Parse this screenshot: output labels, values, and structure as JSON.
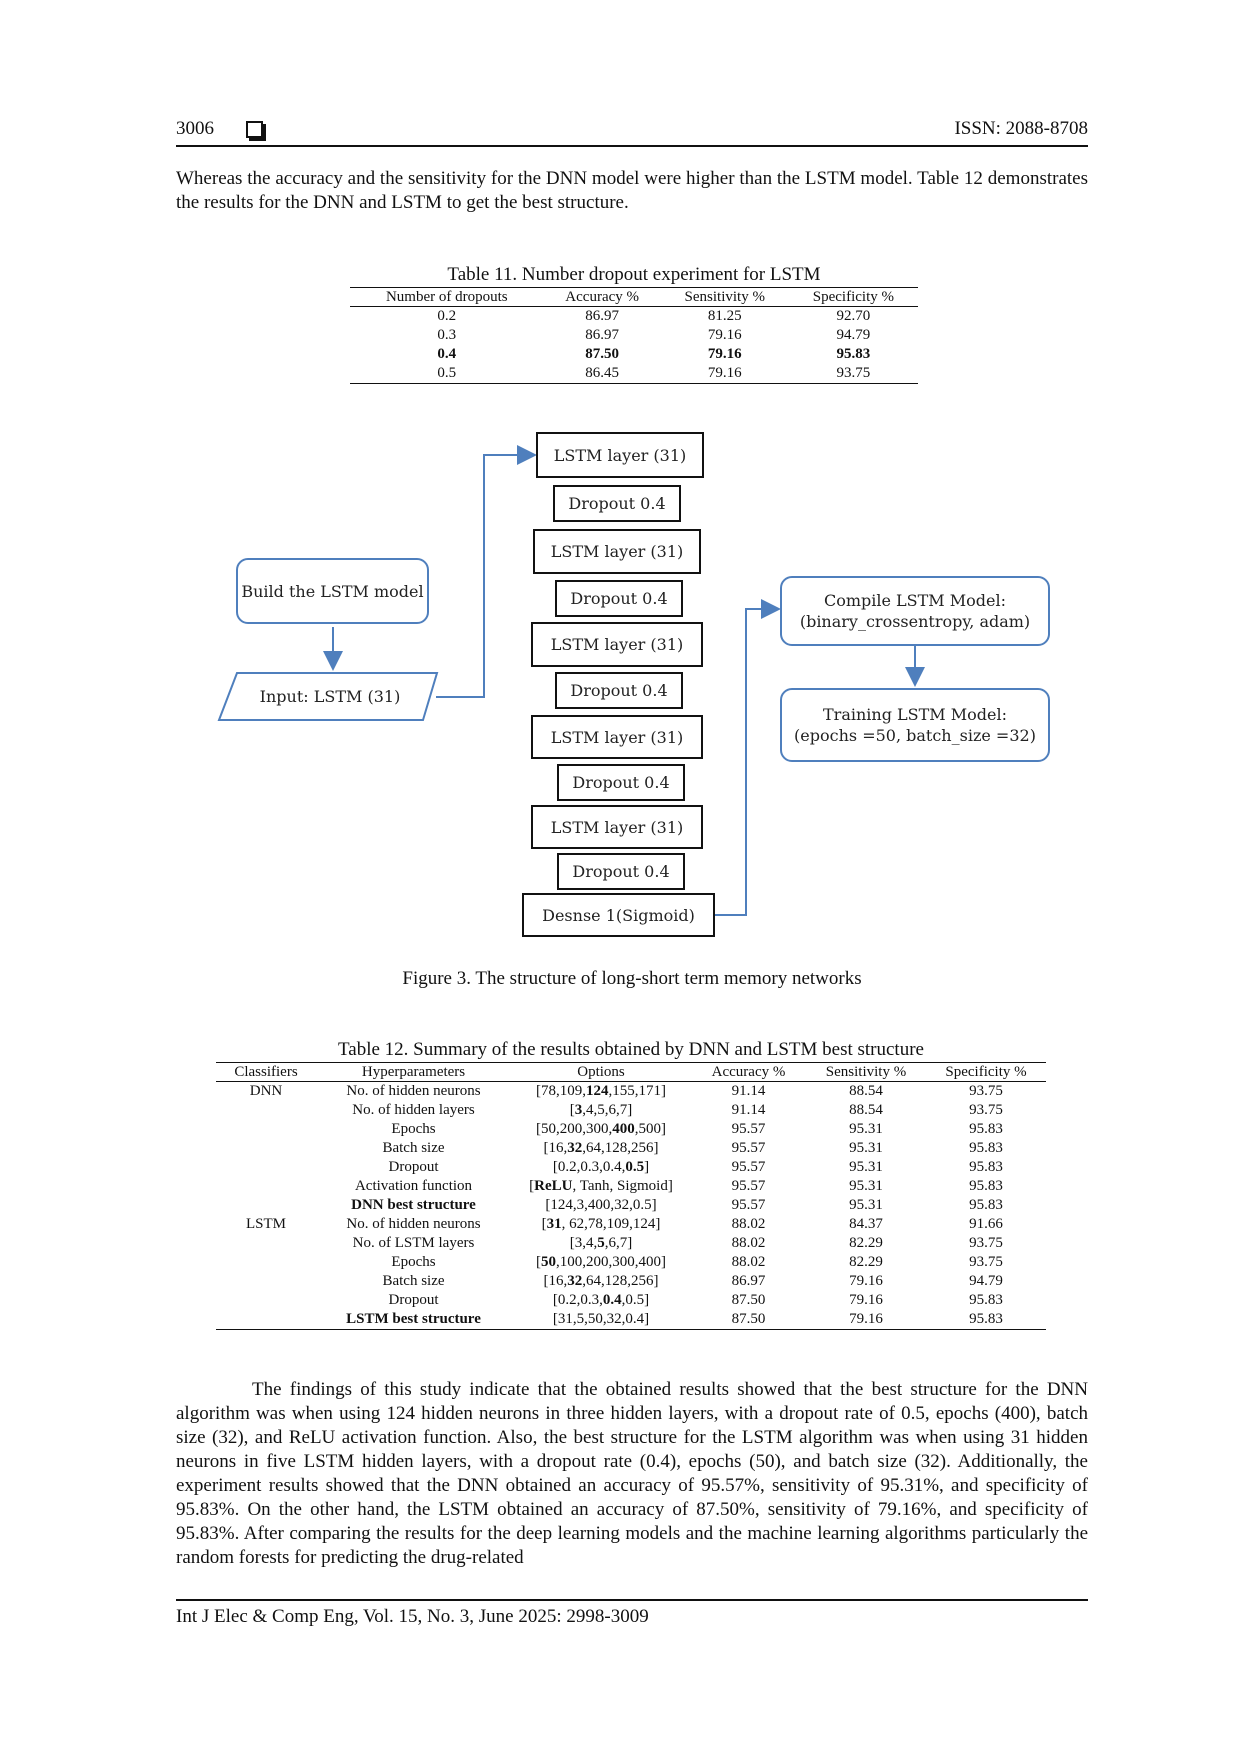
{
  "header": {
    "page_number": "3006",
    "issn": "ISSN: 2088-8708"
  },
  "intro_paragraph": "Whereas the accuracy and the sensitivity for the DNN model were higher than the LSTM model. Table 12 demonstrates the results for the DNN and LSTM to get the best structure.",
  "table11": {
    "caption": "Table 11. Number dropout experiment for LSTM",
    "columns": [
      "Number of dropouts",
      "Accuracy %",
      "Sensitivity %",
      "Specificity %"
    ],
    "rows": [
      [
        "0.2",
        "86.97",
        "81.25",
        "92.70"
      ],
      [
        "0.3",
        "86.97",
        "79.16",
        "94.79"
      ],
      [
        "0.4",
        "87.50",
        "79.16",
        "95.83"
      ],
      [
        "0.5",
        "86.45",
        "79.16",
        "93.75"
      ]
    ],
    "bold_row_index": 2
  },
  "figure3": {
    "build_node": "Build the LSTM model",
    "input_node": "Input:  LSTM (31)",
    "stack": [
      "LSTM layer (31)",
      "Dropout 0.4",
      "LSTM layer (31)",
      "Dropout 0.4",
      "LSTM layer (31)",
      "Dropout 0.4",
      "LSTM layer (31)",
      "Dropout 0.4",
      "LSTM layer (31)",
      "Dropout 0.4",
      "Desnse 1(Sigmoid)"
    ],
    "compile_node_line1": "Compile LSTM Model:",
    "compile_node_line2": "(binary_crossentropy, adam)",
    "training_node_line1": "Training LSTM Model:",
    "training_node_line2": "(epochs =50, batch_size =32)",
    "caption": "Figure 3. The structure of long-short term memory networks"
  },
  "table12": {
    "caption": "Table 12. Summary of the results obtained by DNN and LSTM best structure",
    "columns": [
      "Classifiers",
      "Hyperparameters",
      "Options",
      "Accuracy %",
      "Sensitivity %",
      "Specificity %"
    ],
    "rows": [
      {
        "classifier": "DNN",
        "hp": "No. of hidden neurons",
        "opt_pre": "[78,109,",
        "opt_bold": "124",
        "opt_post": ",155,171]",
        "acc": "91.14",
        "sen": "88.54",
        "spe": "93.75",
        "best": false
      },
      {
        "classifier": "",
        "hp": "No. of hidden layers",
        "opt_pre": "[",
        "opt_bold": "3",
        "opt_post": ",4,5,6,7]",
        "acc": "91.14",
        "sen": "88.54",
        "spe": "93.75",
        "best": false
      },
      {
        "classifier": "",
        "hp": "Epochs",
        "opt_pre": "[50,200,300,",
        "opt_bold": "400",
        "opt_post": ",500]",
        "acc": "95.57",
        "sen": "95.31",
        "spe": "95.83",
        "best": false
      },
      {
        "classifier": "",
        "hp": "Batch size",
        "opt_pre": "[16,",
        "opt_bold": "32",
        "opt_post": ",64,128,256]",
        "acc": "95.57",
        "sen": "95.31",
        "spe": "95.83",
        "best": false
      },
      {
        "classifier": "",
        "hp": "Dropout",
        "opt_pre": "[0.2,0.3,0.4,",
        "opt_bold": "0.5",
        "opt_post": "]",
        "acc": "95.57",
        "sen": "95.31",
        "spe": "95.83",
        "best": false
      },
      {
        "classifier": "",
        "hp": "Activation function",
        "opt_pre": "[",
        "opt_bold": "ReLU",
        "opt_post": ", Tanh, Sigmoid]",
        "acc": "95.57",
        "sen": "95.31",
        "spe": "95.83",
        "best": false
      },
      {
        "classifier": "",
        "hp": "DNN best structure",
        "opt_pre": "[124,3,400,32,0.5]",
        "opt_bold": "",
        "opt_post": "",
        "acc": "95.57",
        "sen": "95.31",
        "spe": "95.83",
        "best": true
      },
      {
        "classifier": "LSTM",
        "hp": "No. of hidden neurons",
        "opt_pre": "[",
        "opt_bold": "31",
        "opt_post": ", 62,78,109,124]",
        "acc": "88.02",
        "sen": "84.37",
        "spe": "91.66",
        "best": false
      },
      {
        "classifier": "",
        "hp": "No. of LSTM layers",
        "opt_pre": "[3,4,",
        "opt_bold": "5",
        "opt_post": ",6,7]",
        "acc": "88.02",
        "sen": "82.29",
        "spe": "93.75",
        "best": false
      },
      {
        "classifier": "",
        "hp": "Epochs",
        "opt_pre": "[",
        "opt_bold": "50",
        "opt_post": ",100,200,300,400]",
        "acc": "88.02",
        "sen": "82.29",
        "spe": "93.75",
        "best": false
      },
      {
        "classifier": "",
        "hp": "Batch size",
        "opt_pre": "[16,",
        "opt_bold": "32",
        "opt_post": ",64,128,256]",
        "acc": "86.97",
        "sen": "79.16",
        "spe": "94.79",
        "best": false
      },
      {
        "classifier": "",
        "hp": "Dropout",
        "opt_pre": "[0.2,0.3,",
        "opt_bold": "0.4",
        "opt_post": ",0.5]",
        "acc": "87.50",
        "sen": "79.16",
        "spe": "95.83",
        "best": false
      },
      {
        "classifier": "",
        "hp": "LSTM best structure",
        "opt_pre": "[31,5,50,32,0.4]",
        "opt_bold": "",
        "opt_post": "",
        "acc": "87.50",
        "sen": "79.16",
        "spe": "95.83",
        "best": true
      }
    ]
  },
  "findings_paragraph": "The findings of this study indicate that the obtained results showed that the best structure for the DNN algorithm was when using 124 hidden neurons in three hidden layers, with a dropout rate of 0.5, epochs (400), batch size (32), and ReLU activation function. Also, the best structure for the LSTM algorithm was when using 31 hidden neurons in five LSTM hidden layers, with a dropout rate (0.4), epochs (50), and batch size (32). Additionally, the experiment results showed that the DNN obtained an accuracy of 95.57%, sensitivity of 95.31%, and specificity of 95.83%. On the other hand, the LSTM obtained an accuracy of 87.50%, sensitivity of 79.16%, and specificity of 95.83%. After comparing the results for the deep learning models and the machine learning algorithms particularly the random forests for predicting the drug-related",
  "footer": "Int J Elec & Comp Eng, Vol. 15, No. 3, June 2025: 2998-3009",
  "colors": {
    "arrow_blue": "#4f7fbd",
    "text": "#111111"
  }
}
